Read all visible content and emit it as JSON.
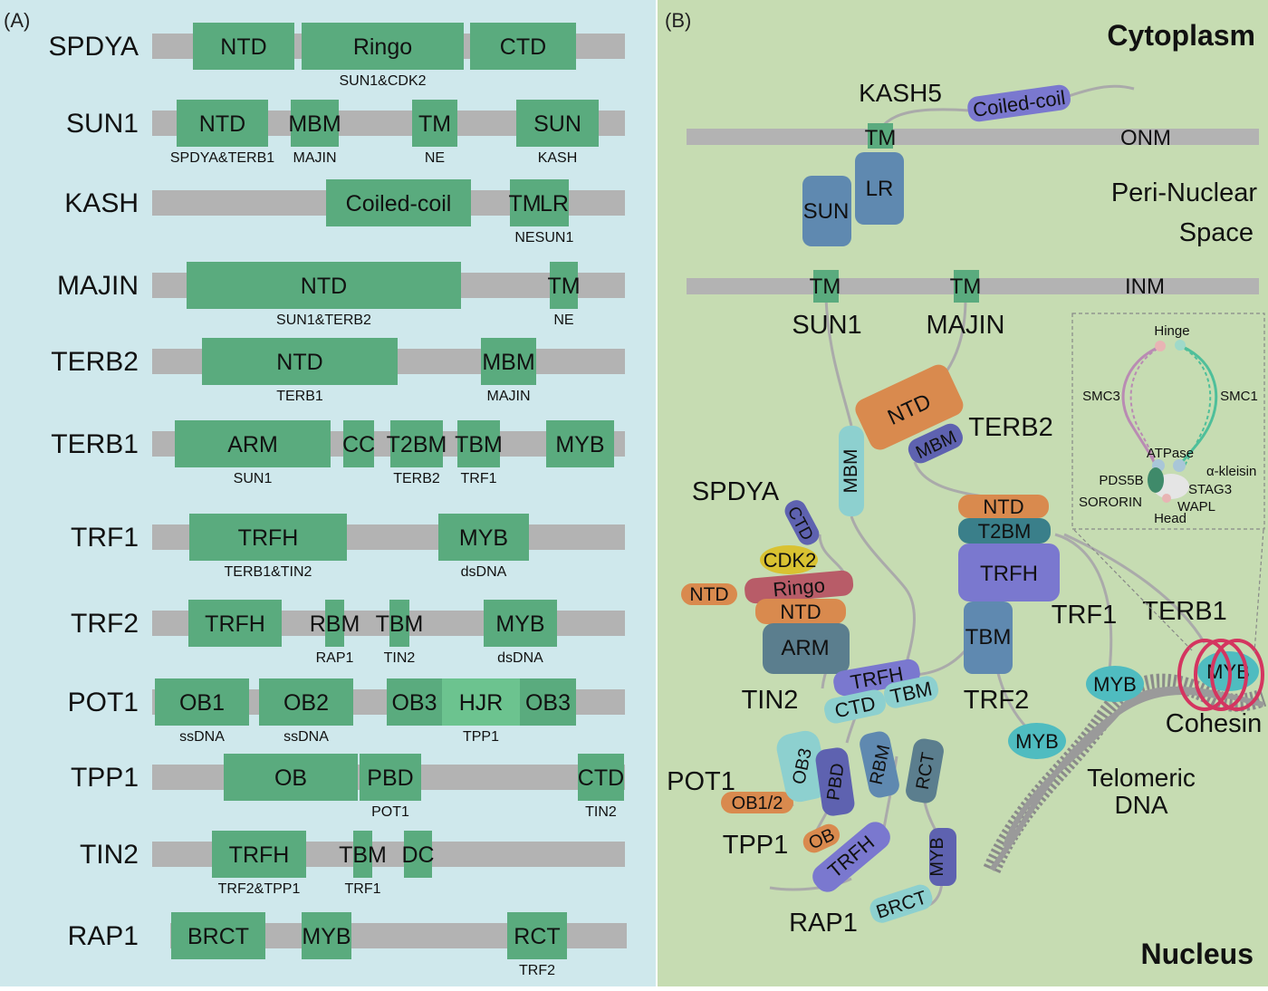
{
  "panel_a": {
    "label": "(A)",
    "proteins": [
      {
        "name": "SPDYA",
        "domains": [
          {
            "label": "NTD",
            "note": ""
          },
          {
            "label": "Ringo",
            "note": "SUN1&CDK2"
          },
          {
            "label": "CTD",
            "note": ""
          }
        ]
      },
      {
        "name": "SUN1",
        "domains": [
          {
            "label": "NTD",
            "note": "SPDYA&TERB1"
          },
          {
            "label": "MBM",
            "note": "MAJIN"
          },
          {
            "label": "TM",
            "note": "NE"
          },
          {
            "label": "SUN",
            "note": "KASH"
          }
        ]
      },
      {
        "name": "KASH",
        "domains": [
          {
            "label": "Coiled-coil",
            "note": ""
          },
          {
            "label": "TM",
            "note": "NE"
          },
          {
            "label": "LR",
            "note": "SUN1"
          }
        ]
      },
      {
        "name": "MAJIN",
        "domains": [
          {
            "label": "NTD",
            "note": "SUN1&TERB2"
          },
          {
            "label": "TM",
            "note": "NE"
          }
        ]
      },
      {
        "name": "TERB2",
        "domains": [
          {
            "label": "NTD",
            "note": "TERB1"
          },
          {
            "label": "MBM",
            "note": "MAJIN"
          }
        ]
      },
      {
        "name": "TERB1",
        "domains": [
          {
            "label": "ARM",
            "note": "SUN1"
          },
          {
            "label": "CC",
            "note": ""
          },
          {
            "label": "T2BM",
            "note": "TERB2"
          },
          {
            "label": "TBM",
            "note": "TRF1"
          },
          {
            "label": "MYB",
            "note": ""
          }
        ]
      },
      {
        "name": "TRF1",
        "domains": [
          {
            "label": "TRFH",
            "note": "TERB1&TIN2"
          },
          {
            "label": "MYB",
            "note": "dsDNA"
          }
        ]
      },
      {
        "name": "TRF2",
        "domains": [
          {
            "label": "TRFH",
            "note": ""
          },
          {
            "label": "RBM",
            "note": "RAP1"
          },
          {
            "label": "TBM",
            "note": "TIN2"
          },
          {
            "label": "MYB",
            "note": "dsDNA"
          }
        ]
      },
      {
        "name": "POT1",
        "domains": [
          {
            "label": "OB1",
            "note": "ssDNA"
          },
          {
            "label": "OB2",
            "note": "ssDNA"
          },
          {
            "label": "OB3",
            "note": ""
          },
          {
            "label": "HJR",
            "note": "TPP1"
          },
          {
            "label": "OB3",
            "note": ""
          }
        ]
      },
      {
        "name": "TPP1",
        "domains": [
          {
            "label": "OB",
            "note": ""
          },
          {
            "label": "PBD",
            "note": "POT1"
          },
          {
            "label": "CTD",
            "note": "TIN2"
          }
        ]
      },
      {
        "name": "TIN2",
        "domains": [
          {
            "label": "TRFH",
            "note": "TRF2&TPP1"
          },
          {
            "label": "TBM",
            "note": "TRF1"
          },
          {
            "label": "DC",
            "note": ""
          }
        ]
      },
      {
        "name": "RAP1",
        "domains": [
          {
            "label": "BRCT",
            "note": ""
          },
          {
            "label": "MYB",
            "note": ""
          },
          {
            "label": "RCT",
            "note": "TRF2"
          }
        ]
      }
    ]
  },
  "panel_b": {
    "label": "(B)",
    "cytoplasm": "Cytoplasm",
    "nucleus": "Nucleus",
    "onm": "ONM",
    "inm": "INM",
    "peri_line1": "Peri-Nuclear",
    "peri_line2": "Space",
    "kash5": "KASH5",
    "kash_coiled": "Coiled-coil",
    "kash_tm": "TM",
    "kash_lr": "LR",
    "sun": "SUN",
    "sun1_tm": "TM",
    "majin_tm": "TM",
    "sun1": "SUN1",
    "majin": "MAJIN",
    "terb2": "TERB2",
    "terb2_ntd": "NTD",
    "terb2_mbm": "MBM",
    "sun1_mbm": "MBM",
    "spdya": "SPDYA",
    "spdya_ctd": "CTD",
    "cdk2": "CDK2",
    "spdya_ntd": "NTD",
    "ringo": "Ringo",
    "sun_ntd": "NTD",
    "arm": "ARM",
    "tin2": "TIN2",
    "tin2_trfh": "TRFH",
    "tin2_ctd": "CTD",
    "tin2_tbm": "TBM",
    "terb1_ntd": "NTD",
    "terb1_t2bm": "T2BM",
    "trf1_trfh": "TRFH",
    "terb1_tbm": "TBM",
    "trf1": "TRF1",
    "terb1": "TERB1",
    "trf2": "TRF2",
    "myb_a": "MYB",
    "myb_b": "MYB",
    "myb_c": "MYB",
    "cohesin": "Cohesin",
    "telomeric1": "Telomeric",
    "telomeric2": "DNA",
    "pot1": "POT1",
    "ob1_2": "OB1/2",
    "ob3": "OB3",
    "pbd": "PBD",
    "rbm": "RBM",
    "rct": "RCT",
    "tpp1": "TPP1",
    "ob": "OB",
    "trfh_rap": "TRFH",
    "myb_rap": "MYB",
    "rap1": "RAP1",
    "brct": "BRCT",
    "inset": {
      "hinge": "Hinge",
      "smc3": "SMC3",
      "smc1": "SMC1",
      "atpase": "ATPase",
      "kleisin": "α-kleisin",
      "pds5b": "PDS5B",
      "stag3": "STAG3",
      "sororin": "SORORIN",
      "wapl": "WAPL",
      "head": "Head"
    }
  },
  "colors": {
    "panel_a_bg": "#cfe8ec",
    "panel_b_bg": "#c6dcb2",
    "domain_green": "#5aab7e",
    "backbone_grey": "#b3b3b3",
    "blue_grey": "#5f89b0",
    "orange": "#d98a4e",
    "purple": "#7a78cf",
    "teal_light": "#8dd0cf",
    "teal": "#4fbcc0",
    "red": "#b85c68",
    "yellow": "#d9c231",
    "dark_teal": "#3a7f8a",
    "cohesin_red": "#d43560"
  }
}
